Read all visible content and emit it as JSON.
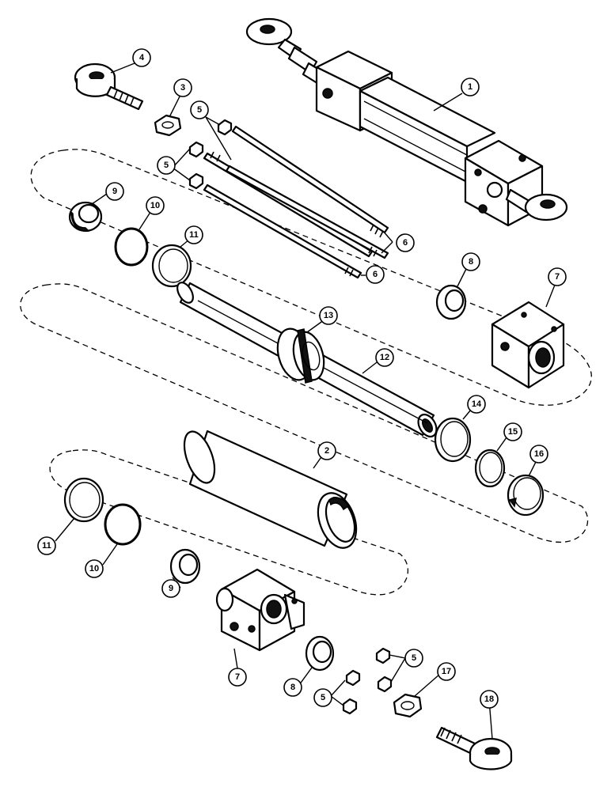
{
  "diagram": {
    "callouts": [
      {
        "id": "c1",
        "label": "1"
      },
      {
        "id": "c2",
        "label": "2"
      },
      {
        "id": "c3",
        "label": "3"
      },
      {
        "id": "c4",
        "label": "4"
      },
      {
        "id": "c5a",
        "label": "5"
      },
      {
        "id": "c5b",
        "label": "5"
      },
      {
        "id": "c5c",
        "label": "5"
      },
      {
        "id": "c5d",
        "label": "5"
      },
      {
        "id": "c6a",
        "label": "6"
      },
      {
        "id": "c6b",
        "label": "6"
      },
      {
        "id": "c7a",
        "label": "7"
      },
      {
        "id": "c7b",
        "label": "7"
      },
      {
        "id": "c8a",
        "label": "8"
      },
      {
        "id": "c8b",
        "label": "8"
      },
      {
        "id": "c9a",
        "label": "9"
      },
      {
        "id": "c9b",
        "label": "9"
      },
      {
        "id": "c10a",
        "label": "10"
      },
      {
        "id": "c10b",
        "label": "10"
      },
      {
        "id": "c11a",
        "label": "11"
      },
      {
        "id": "c11b",
        "label": "11"
      },
      {
        "id": "c12",
        "label": "12"
      },
      {
        "id": "c13",
        "label": "13"
      },
      {
        "id": "c14",
        "label": "14"
      },
      {
        "id": "c15",
        "label": "15"
      },
      {
        "id": "c16",
        "label": "16"
      },
      {
        "id": "c17",
        "label": "17"
      },
      {
        "id": "c18",
        "label": "18"
      }
    ]
  }
}
